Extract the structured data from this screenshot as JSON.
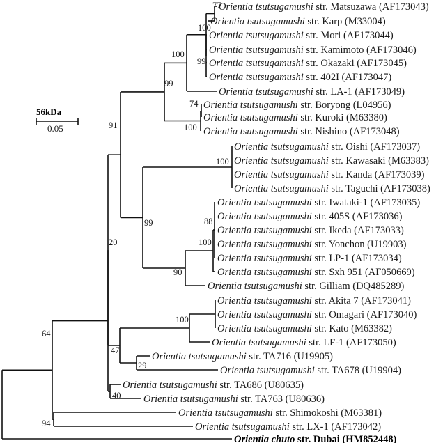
{
  "scale_bar": {
    "title": "56kDa",
    "value": "0.05"
  },
  "taxa": [
    {
      "id": "matsuzawa",
      "genus": "Orientia tsutsugamushi",
      "rest": " str. Matsuzawa (AF173043)"
    },
    {
      "id": "karp",
      "genus": "Orientia tsutsugamushi",
      "rest": " str. Karp (M33004)"
    },
    {
      "id": "mori",
      "genus": "Orientia tsutsugamushi",
      "rest": " str. Mori (AF173044)"
    },
    {
      "id": "kamimoto",
      "genus": "Orientia tsutsugamushi",
      "rest": " str. Kamimoto (AF173046)"
    },
    {
      "id": "okazaki",
      "genus": "Orientia tsutsugamushi",
      "rest": " str. Okazaki (AF173045)"
    },
    {
      "id": "402i",
      "genus": "Orientia tsutsugamushi",
      "rest": " str. 402I (AF173047)"
    },
    {
      "id": "la1",
      "genus": "Orientia tsutsugamushi",
      "rest": " str. LA-1 (AF173049)"
    },
    {
      "id": "boryong",
      "genus": "Orientia tsutsugamushi",
      "rest": " str. Boryong (L04956)"
    },
    {
      "id": "kuroki",
      "genus": "Orientia tsutsugamushi",
      "rest": " str. Kuroki (M63380)"
    },
    {
      "id": "nishino",
      "genus": "Orientia tsutsugamushi",
      "rest": " str. Nishino (AF173048)"
    },
    {
      "id": "oishi",
      "genus": "Orientia tsutsugamushi",
      "rest": " str. Oishi (AF173037)"
    },
    {
      "id": "kawasaki",
      "genus": "Orientia tsutsugamushi",
      "rest": " str. Kawasaki (M63383)"
    },
    {
      "id": "kanda",
      "genus": "Orientia tsutsugamushi",
      "rest": " str. Kanda (AF173039)"
    },
    {
      "id": "taguchi",
      "genus": "Orientia tsutsugamushi",
      "rest": " str. Taguchi (AF173038)"
    },
    {
      "id": "iwataki",
      "genus": "Orientia tsutsugamushi",
      "rest": " str. Iwataki-1 (AF173035)"
    },
    {
      "id": "405s",
      "genus": "Orientia tsutsugamushi",
      "rest": " str. 405S (AF173036)"
    },
    {
      "id": "ikeda",
      "genus": "Orientia tsutsugamushi",
      "rest": " str. Ikeda (AF173033)"
    },
    {
      "id": "yonchon",
      "genus": "Orientia tsutsugamushi",
      "rest": " str. Yonchon (U19903)"
    },
    {
      "id": "lp1",
      "genus": "Orientia tsutsugamushi",
      "rest": " str. LP-1 (AF173034)"
    },
    {
      "id": "sxh951",
      "genus": "Orientia tsutsugamushi",
      "rest": " str. Sxh 951 (AF050669)"
    },
    {
      "id": "gilliam",
      "genus": "Orientia tsutsugamushi",
      "rest": " str. Gilliam (DQ485289)"
    },
    {
      "id": "akita7",
      "genus": "Orientia tsutsugamushi",
      "rest": " str. Akita 7 (AF173041)"
    },
    {
      "id": "omagari",
      "genus": "Orientia tsutsugamushi",
      "rest": " str. Omagari (AF173040)"
    },
    {
      "id": "kato",
      "genus": "Orientia tsutsugamushi",
      "rest": " str. Kato (M63382)"
    },
    {
      "id": "lf1",
      "genus": "Orientia tsutsugamushi",
      "rest": " str. LF-1 (AF173050)"
    },
    {
      "id": "ta716",
      "genus": "Orientia tsutsugamushi",
      "rest": " str. TA716 (U19905)"
    },
    {
      "id": "ta678",
      "genus": "Orientia tsutsugamushi",
      "rest": " str. TA678 (U19904)"
    },
    {
      "id": "ta686",
      "genus": "Orientia tsutsugamushi",
      "rest": " str. TA686 (U80635)"
    },
    {
      "id": "ta763",
      "genus": "Orientia tsutsugamushi",
      "rest": " str. TA763 (U80636)"
    },
    {
      "id": "shimokoshi",
      "genus": "Orientia tsutsugamushi",
      "rest": " str. Shimokoshi (M63381)"
    },
    {
      "id": "lx1",
      "genus": "Orientia tsutsugamushi",
      "rest": " str. LX-1 (AF173042)"
    },
    {
      "id": "dubai",
      "genus": "Orientia chuto",
      "rest": " str. Dubai (HM852448)",
      "bold": true
    }
  ],
  "support_values": [
    {
      "node": "matsuzawa-karp",
      "value": "77"
    },
    {
      "node": "karp-group",
      "value": "100"
    },
    {
      "node": "kamimoto-group",
      "value": "99"
    },
    {
      "node": "mori-group",
      "value": "100"
    },
    {
      "node": "la1-group",
      "value": "99"
    },
    {
      "node": "boryong-kuroki",
      "value": "74"
    },
    {
      "node": "boryong-group",
      "value": "100"
    },
    {
      "node": "upper-clade",
      "value": "91"
    },
    {
      "node": "oishi-group",
      "value": "100"
    },
    {
      "node": "iwataki-group",
      "value": "88"
    },
    {
      "node": "iwataki-clade",
      "value": "100"
    },
    {
      "node": "gilliam-group",
      "value": "90"
    },
    {
      "node": "oishi-gilliam",
      "value": "99"
    },
    {
      "node": "main-clade",
      "value": "20"
    },
    {
      "node": "akita-group",
      "value": "100"
    },
    {
      "node": "akita-lf1-ta",
      "value": "47"
    },
    {
      "node": "ta716-ta678",
      "value": "29"
    },
    {
      "node": "ta686-ta763",
      "value": "40"
    },
    {
      "node": "tsutsugamushi-all",
      "value": "64"
    },
    {
      "node": "shimokoshi-lx1",
      "value": "94"
    }
  ]
}
